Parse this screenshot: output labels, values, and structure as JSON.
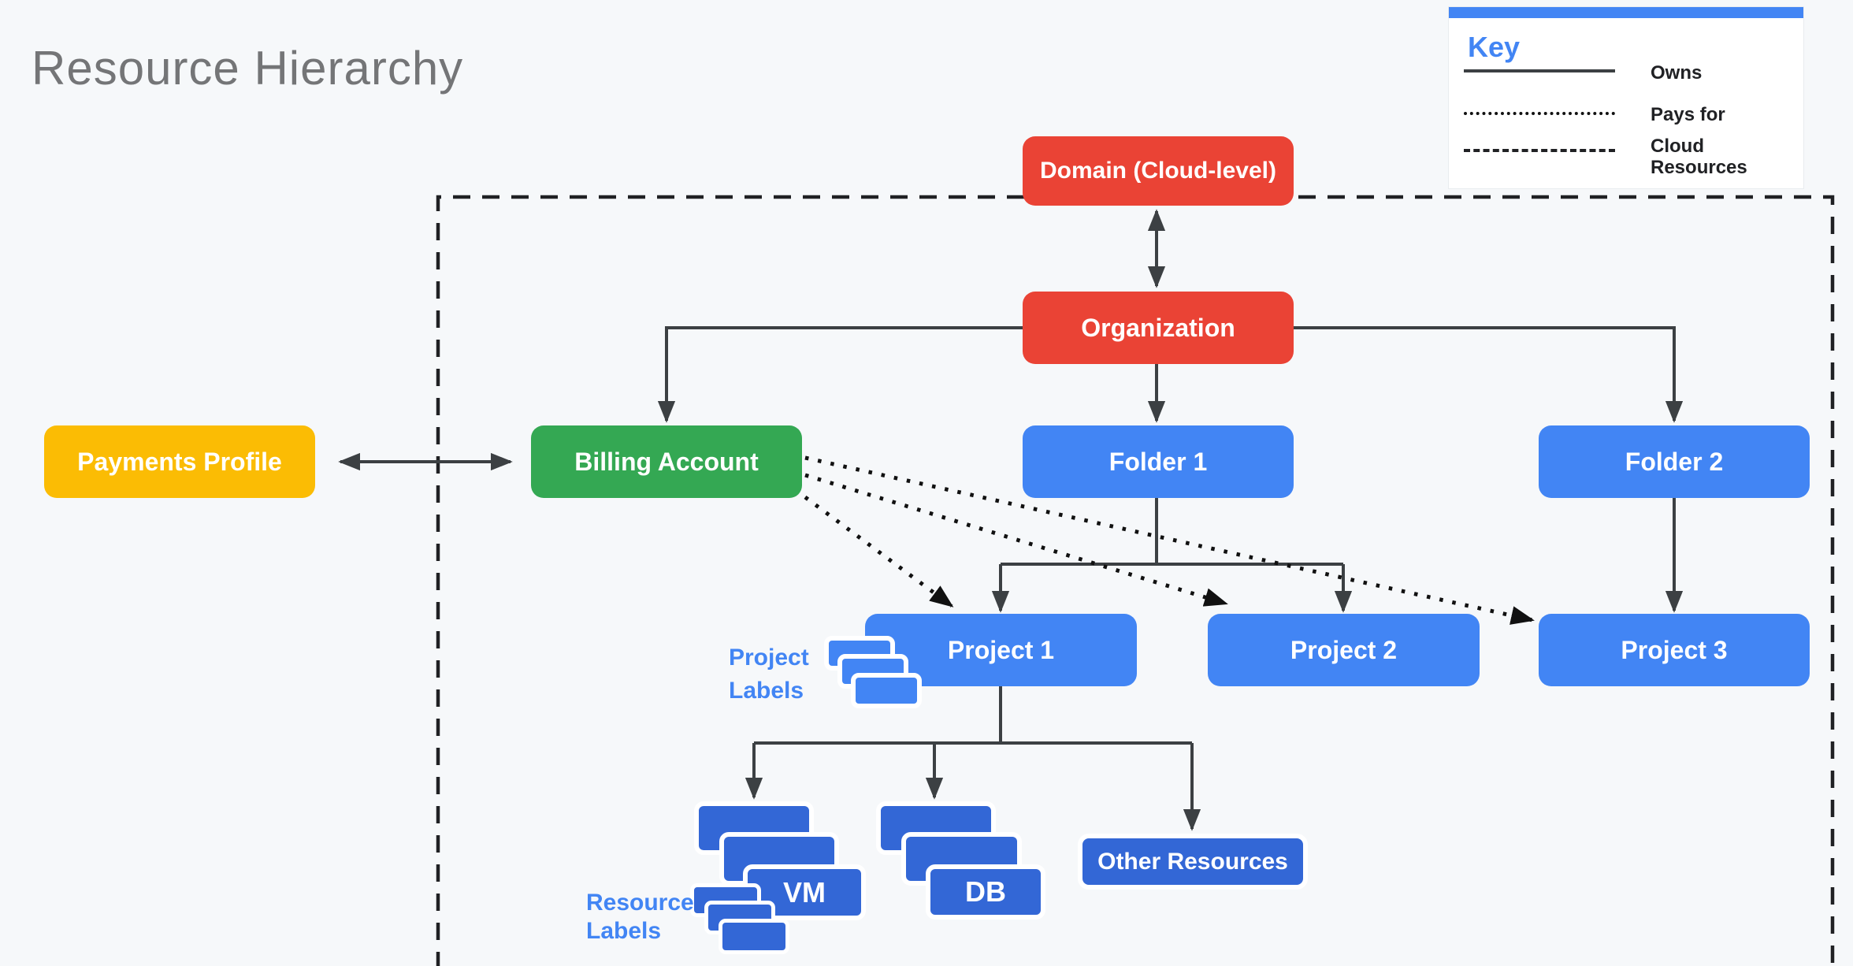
{
  "page": {
    "title": "Resource Hierarchy",
    "background": "#F6F8FA"
  },
  "key": {
    "title": "Key",
    "items": [
      {
        "label": "Owns",
        "line_style": "solid"
      },
      {
        "label": "Pays for",
        "line_style": "dotted"
      },
      {
        "label": "Cloud Resources",
        "line_style": "dashed"
      }
    ]
  },
  "nodes": {
    "domain": {
      "label": "Domain (Cloud-level)",
      "color": "#EA4335"
    },
    "organization": {
      "label": "Organization",
      "color": "#EA4335"
    },
    "payments_profile": {
      "label": "Payments Profile",
      "color": "#FBBC04"
    },
    "billing_account": {
      "label": "Billing Account",
      "color": "#34A853"
    },
    "folder_1": {
      "label": "Folder 1",
      "color": "#4285F4"
    },
    "folder_2": {
      "label": "Folder 2",
      "color": "#4285F4"
    },
    "project_1": {
      "label": "Project 1",
      "color": "#4285F4"
    },
    "project_2": {
      "label": "Project 2",
      "color": "#4285F4"
    },
    "project_3": {
      "label": "Project 3",
      "color": "#4285F4"
    },
    "vm": {
      "label": "VM",
      "color": "#3367D6"
    },
    "db": {
      "label": "DB",
      "color": "#3367D6"
    },
    "other_resources": {
      "label": "Other Resources",
      "color": "#3367D6"
    }
  },
  "annotations": {
    "project_labels": {
      "line1": "Project",
      "line2": "Labels",
      "color": "#4285F4"
    },
    "resource_labels": {
      "line1": "Resource",
      "line2": "Labels",
      "color": "#4285F4"
    }
  },
  "relationships": {
    "owns": "solid arrows",
    "pays_for": "dotted arrows from Billing Account to Project 1, Project 2, Project 3",
    "cloud_resources_boundary": "dashed rectangle"
  },
  "colors": {
    "line": "#3C4043",
    "dotted_line": "#111111",
    "dashed_border": "#202124",
    "title_text": "#747577",
    "background": "#F6F8FA"
  }
}
